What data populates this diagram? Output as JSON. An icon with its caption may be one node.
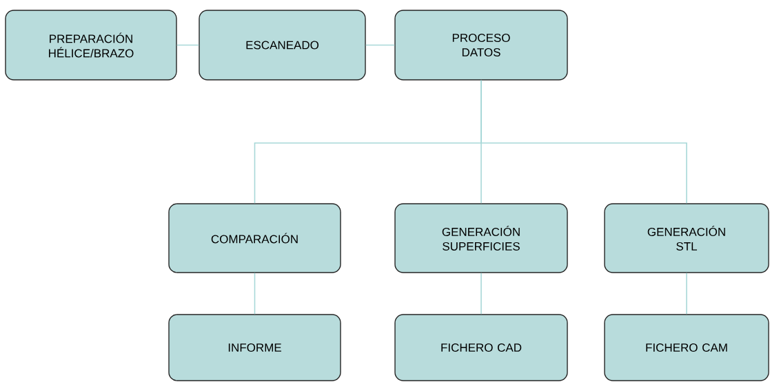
{
  "diagram": {
    "nodes": [
      {
        "text": [
          "PREPARACIÓN HÉLICE/BRAZO"
        ]
      },
      {
        "text": [
          "ESCANEADO"
        ]
      },
      {
        "text": [
          "PROCESO DATOS"
        ]
      },
      {
        "text": [
          "COMPARACIÓN"
        ]
      },
      {
        "text": [
          "GENERACIÓN SUPERFICIES"
        ]
      },
      {
        "text": [
          "GENERACIÓN STL"
        ]
      },
      {
        "text": [
          "INFORME"
        ]
      },
      {
        "text": [
          "FICHERO CAD"
        ]
      },
      {
        "text": [
          "FICHERO CAM"
        ]
      }
    ],
    "edges": [
      {
        "from": 0,
        "to": 1,
        "arrow": "none"
      },
      {
        "from": 1,
        "to": 2,
        "arrow": "none"
      },
      {
        "from": 2,
        "to": 3,
        "arrow": "none"
      },
      {
        "from": 2,
        "to": 4,
        "arrow": "none"
      },
      {
        "from": 2,
        "to": 5,
        "arrow": "none"
      },
      {
        "from": 3,
        "to": 6,
        "arrow": "none"
      },
      {
        "from": 4,
        "to": 7,
        "arrow": "none"
      },
      {
        "from": 5,
        "to": 8,
        "arrow": "none"
      }
    ]
  }
}
